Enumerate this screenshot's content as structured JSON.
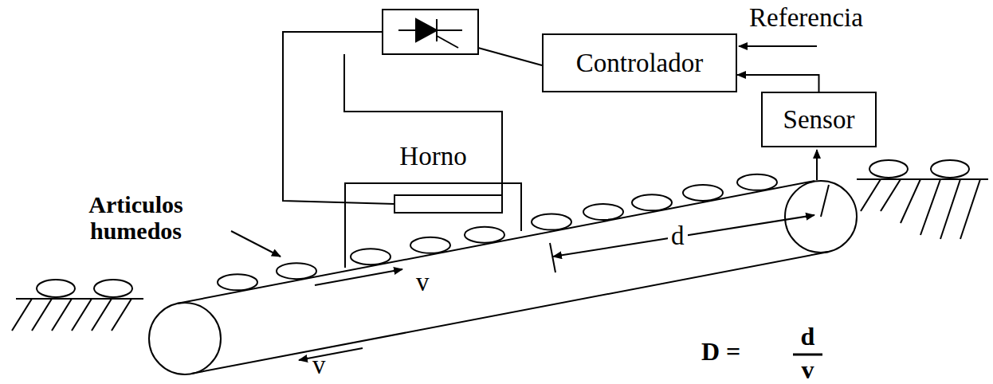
{
  "diagram": {
    "nodes": [
      {
        "text": [
          "Controlador"
        ]
      },
      {
        "text": [
          "Sensor"
        ]
      },
      {
        "text": [
          "Horno"
        ]
      }
    ],
    "edges": [
      {
        "from": 1,
        "to": 0,
        "arrow": "to"
      }
    ],
    "labels": [
      "Referencia",
      "Articulos humedos",
      "v",
      "v",
      "d",
      "D =",
      "d",
      "v"
    ]
  }
}
